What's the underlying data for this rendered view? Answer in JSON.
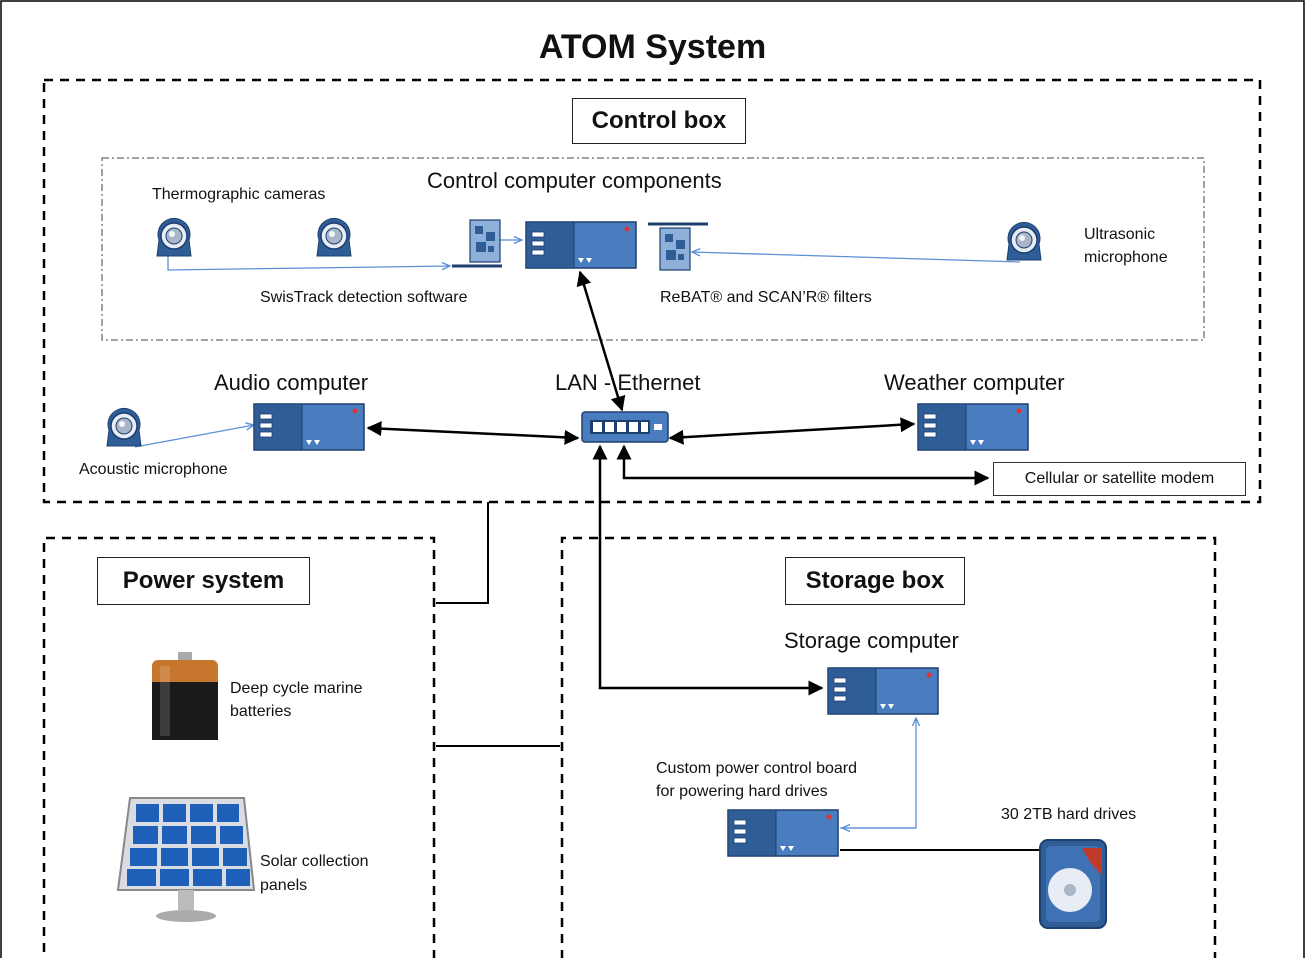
{
  "title": "ATOM System",
  "control_box": {
    "label": "Control box",
    "components_label": "Control computer components",
    "cameras_label": "Thermographic cameras",
    "swistrack_label": "SwisTrack detection software",
    "filters_label": "ReBAT® and SCAN’R® filters",
    "ultrasonic_label_line1": "Ultrasonic",
    "ultrasonic_label_line2": "microphone",
    "audio_label": "Audio computer",
    "lan_label": "LAN - Ethernet",
    "weather_label": "Weather computer",
    "acoustic_label": "Acoustic microphone",
    "modem_label": "Cellular or satellite modem"
  },
  "power_system": {
    "label": "Power system",
    "batteries_line1": "Deep cycle marine",
    "batteries_line2": "batteries",
    "solar_line1": "Solar collection",
    "solar_line2": "panels"
  },
  "storage_box": {
    "label": "Storage box",
    "storage_computer_label": "Storage computer",
    "power_board_line1": "Custom power control board",
    "power_board_line2": "for powering hard drives",
    "hard_drives_label": "30 2TB hard drives"
  },
  "colors": {
    "computer_blue": "#4a7dbf",
    "computer_dark": "#2f5d96",
    "thin_link": "#5b8fd6",
    "thick_link": "#000000",
    "battery_copper": "#c8762d"
  }
}
